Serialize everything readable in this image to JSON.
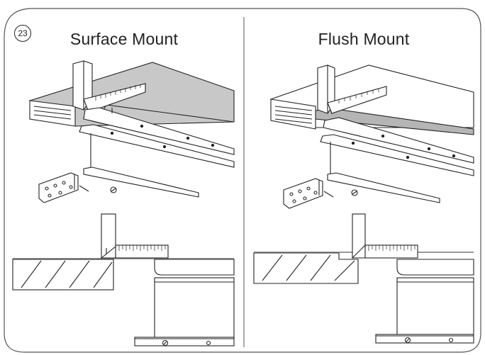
{
  "step_number": "23",
  "panels": [
    {
      "id": "surface",
      "title": "Surface Mount"
    },
    {
      "id": "flush",
      "title": "Flush Mount"
    }
  ],
  "colors": {
    "line": "#222222",
    "countertop_fill": "#c9c9c9",
    "countertop_top": "#d8d8d8",
    "frame_border": "#555555"
  },
  "icons": [
    "square-ruler-icon",
    "screw-head-icon"
  ]
}
